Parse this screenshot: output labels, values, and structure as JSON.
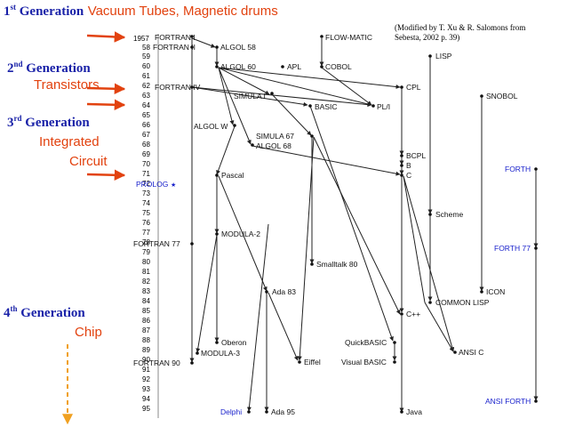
{
  "generations": [
    {
      "num": "1",
      "suffix": "st",
      "word": "Generation",
      "tech": [
        "Vacuum Tubes, Magnetic drums"
      ]
    },
    {
      "num": "2",
      "suffix": "nd",
      "word": "Generation",
      "tech": [
        "Transistors"
      ]
    },
    {
      "num": "3",
      "suffix": "rd",
      "word": "Generation",
      "tech": [
        "Integrated",
        "Circuit"
      ]
    },
    {
      "num": "4",
      "suffix": "th",
      "word": "Generation",
      "tech": [
        "Chip"
      ]
    }
  ],
  "credit": {
    "line1": "(Modified by T. Xu & R. Salomons from",
    "line2": "Sebesta, 2002  p. 39)"
  },
  "years": [
    "1957",
    "58",
    "59",
    "60",
    "61",
    "62",
    "63",
    "64",
    "65",
    "66",
    "67",
    "68",
    "69",
    "70",
    "71",
    "72",
    "73",
    "74",
    "75",
    "76",
    "77",
    "78",
    "79",
    "80",
    "81",
    "82",
    "83",
    "84",
    "85",
    "86",
    "87",
    "88",
    "89",
    "90",
    "91",
    "92",
    "93",
    "94",
    "95"
  ],
  "languages": [
    {
      "label": "FORTRAN I"
    },
    {
      "label": "FORTRAN II"
    },
    {
      "label": "ALGOL 58"
    },
    {
      "label": "FLOW-MATIC"
    },
    {
      "label": "LISP"
    },
    {
      "label": "ALGOL 60"
    },
    {
      "label": "APL"
    },
    {
      "label": "COBOL"
    },
    {
      "label": "FORTRAN IV"
    },
    {
      "label": "CPL"
    },
    {
      "label": "SNOBOL"
    },
    {
      "label": "SIMULA I"
    },
    {
      "label": "BASIC"
    },
    {
      "label": "PL/I"
    },
    {
      "label": "ALGOL W"
    },
    {
      "label": "SIMULA 67"
    },
    {
      "label": "ALGOL 68"
    },
    {
      "label": "BCPL"
    },
    {
      "label": "B"
    },
    {
      "label": "C"
    },
    {
      "label": "FORTH"
    },
    {
      "label": "PROLOG"
    },
    {
      "label": "Pascal"
    },
    {
      "label": "Scheme"
    },
    {
      "label": "MODULA-2"
    },
    {
      "label": "FORTRAN 77"
    },
    {
      "label": "FORTH 77"
    },
    {
      "label": "Smalltalk 80"
    },
    {
      "label": "Ada 83"
    },
    {
      "label": "ICON"
    },
    {
      "label": "COMMON LISP"
    },
    {
      "label": "C++"
    },
    {
      "label": "Oberon"
    },
    {
      "label": "QuickBASIC"
    },
    {
      "label": "ANSI C"
    },
    {
      "label": "MODULA-3"
    },
    {
      "label": "FORTRAN 90"
    },
    {
      "label": "Eiffel"
    },
    {
      "label": "Visual BASIC"
    },
    {
      "label": "ANSI FORTH"
    },
    {
      "label": "Delphi"
    },
    {
      "label": "Ada 95"
    },
    {
      "label": "Java"
    }
  ]
}
